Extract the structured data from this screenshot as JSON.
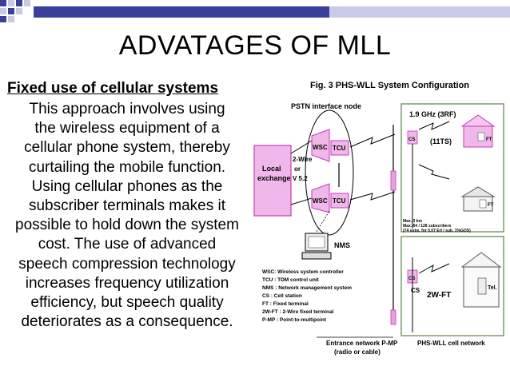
{
  "slide": {
    "title": "ADVATAGES OF MLL",
    "heading": "Fixed use of cellular systems",
    "body_lines": [
      "This approach involves using",
      "the wireless equipment of a",
      "cellular phone system, thereby",
      "curtailing the mobile function.",
      "Using cellular phones as the",
      "subscriber terminals makes it",
      "possible to hold down the system",
      "cost. The use of advanced",
      "speech compression technology",
      "increases frequency utilization",
      "efficiency, but speech quality",
      "deteriorates as a consequence."
    ]
  },
  "diagram": {
    "fig_title": "Fig. 3  PHS-WLL System Configuration",
    "pstn": "PSTN interface node",
    "local_exchange": [
      "Local",
      "exchange"
    ],
    "wire_label": [
      "2-Wire",
      "or",
      "V 5.2"
    ],
    "wsc": "WSC",
    "tcu": "TCU",
    "nms": "NMS",
    "freq": "1.9 GHz (3RF)",
    "cs": "CS",
    "tts": "(11TS)",
    "ft": "FT",
    "tel": "Tel.",
    "two_w_ft": "2W-FT",
    "specs": [
      "Max. 3 km",
      "Max. 64 / 128 subscribers",
      "(74 subs. for 0.07 Erl / sub. 1%GOS)"
    ],
    "legend": [
      "WSC: Wireless system controller",
      "TCU : TDM control unit",
      "NMS : Network management system",
      "CS  : Cell station",
      "FT  : Fixed terminal",
      "2W-FT : 2-Wire fixed terminal",
      "P-MP : Point-to-multipoint"
    ],
    "entrance": "Entrance network P-MP",
    "radio": "(radio or cable)",
    "cell_network": "PHS-WLL cell network"
  },
  "colors": {
    "banner_dark": "#3a3f9c",
    "banner_light": "#c9cbe6",
    "magenta_fill": "#f0b8ea",
    "magenta_line": "#c33bb5",
    "cell_border": "#7c9c6a"
  }
}
